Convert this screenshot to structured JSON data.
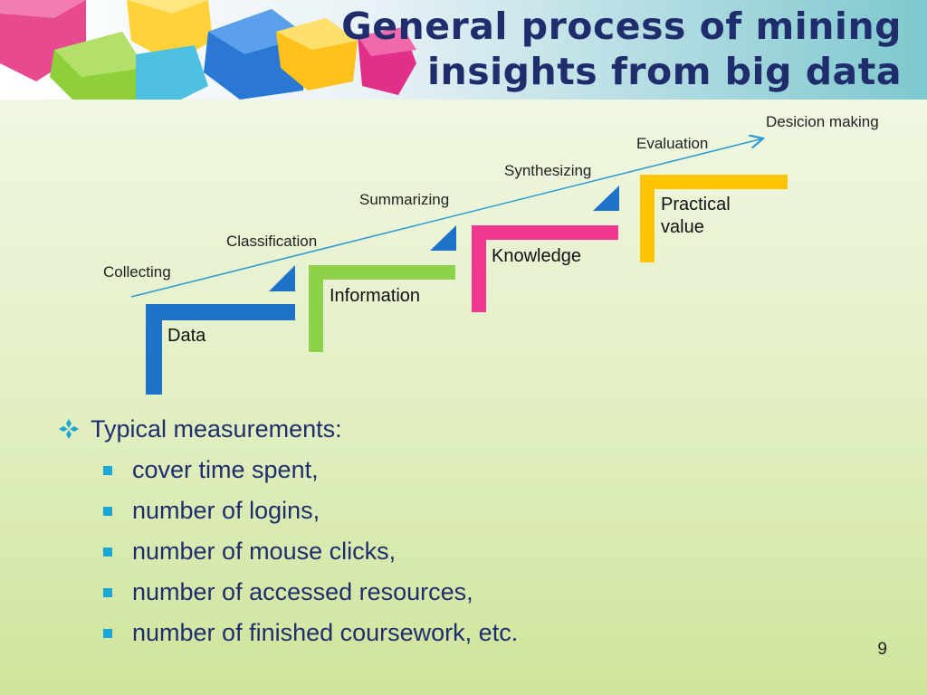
{
  "slide": {
    "title_line1": "General process of mining",
    "title_line2": "insights from big data",
    "page_number": "9"
  },
  "diagram": {
    "arrow_labels": [
      "Collecting",
      "Classification",
      "Summarizing",
      "Synthesizing",
      "Evaluation",
      "Desicion making"
    ],
    "steps": [
      {
        "label": "Data",
        "color": "#1e73c8"
      },
      {
        "label": "Information",
        "color": "#8ed14b"
      },
      {
        "label": "Knowledge",
        "color": "#f0388f"
      },
      {
        "label_line1": "Practical",
        "label_line2": "value",
        "color": "#fdc400"
      }
    ],
    "arrow_color": "#2a9bd6",
    "marker_color": "#1e73c8"
  },
  "bullets": {
    "heading": "Typical measurements:",
    "items": [
      "cover time spent,",
      "number of logins,",
      "number of mouse clicks,",
      "number of accessed resources,",
      "number of finished coursework, etc."
    ],
    "bullet_color": "#1aa7d6",
    "text_color": "#1f2d6d"
  }
}
